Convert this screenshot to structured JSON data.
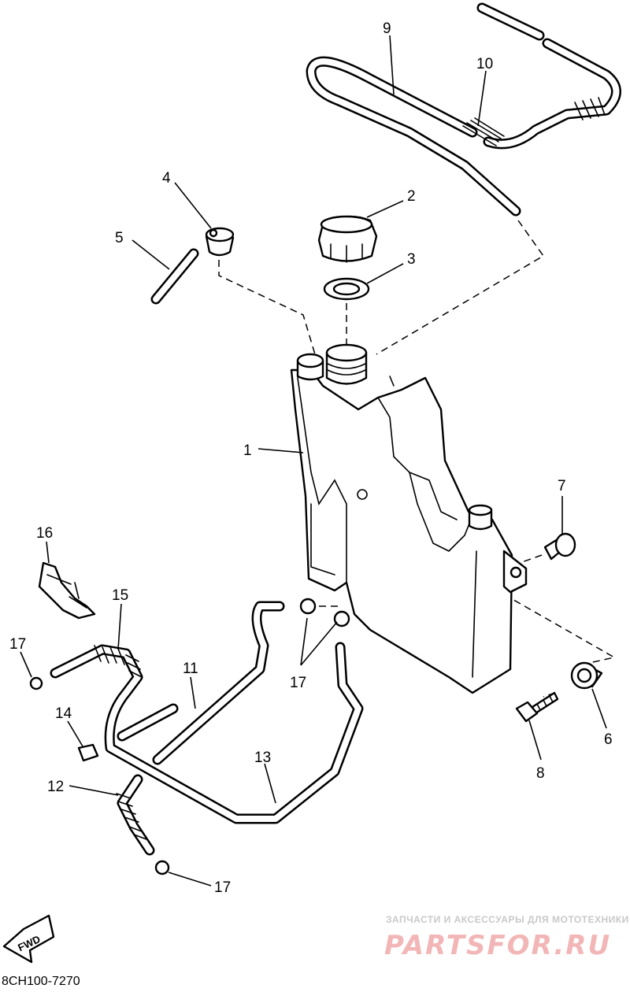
{
  "diagram": {
    "code": "8CH100-7270",
    "fwd_label": "FWD",
    "watermark_top": "ЗАПЧАСТИ И АКСЕССУАРЫ ДЛЯ МОТОТЕХНИКИ",
    "watermark_main": "PARTSFOR.RU",
    "callouts": [
      "1",
      "2",
      "3",
      "4",
      "5",
      "6",
      "7",
      "8",
      "9",
      "10",
      "11",
      "12",
      "13",
      "14",
      "15",
      "16",
      "17",
      "17",
      "17"
    ]
  }
}
